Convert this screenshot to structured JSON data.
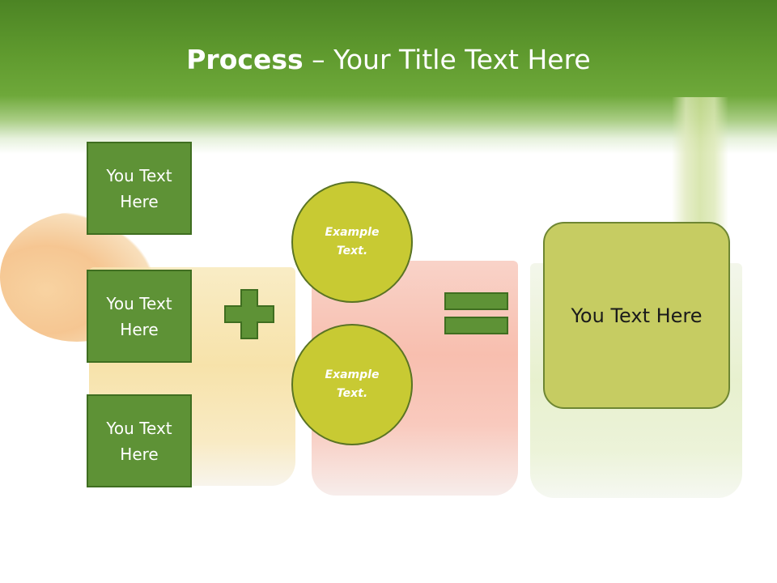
{
  "title": {
    "bold": "Process",
    "rest": " – Your Title Text Here"
  },
  "left_boxes": [
    {
      "label": "You Text Here"
    },
    {
      "label": "You Text Here"
    },
    {
      "label": "You Text Here"
    }
  ],
  "circles": [
    {
      "label": "Example Text."
    },
    {
      "label": "Example Text."
    }
  ],
  "result": {
    "label": "You Text Here"
  },
  "icons": {
    "plus": "plus-icon",
    "equals": "equals-icon"
  },
  "colors": {
    "header_green": "#5f9a2e",
    "box_green": "#5e9236",
    "circle_yellow": "#c8ca33",
    "result_olive": "#c6cc62"
  }
}
